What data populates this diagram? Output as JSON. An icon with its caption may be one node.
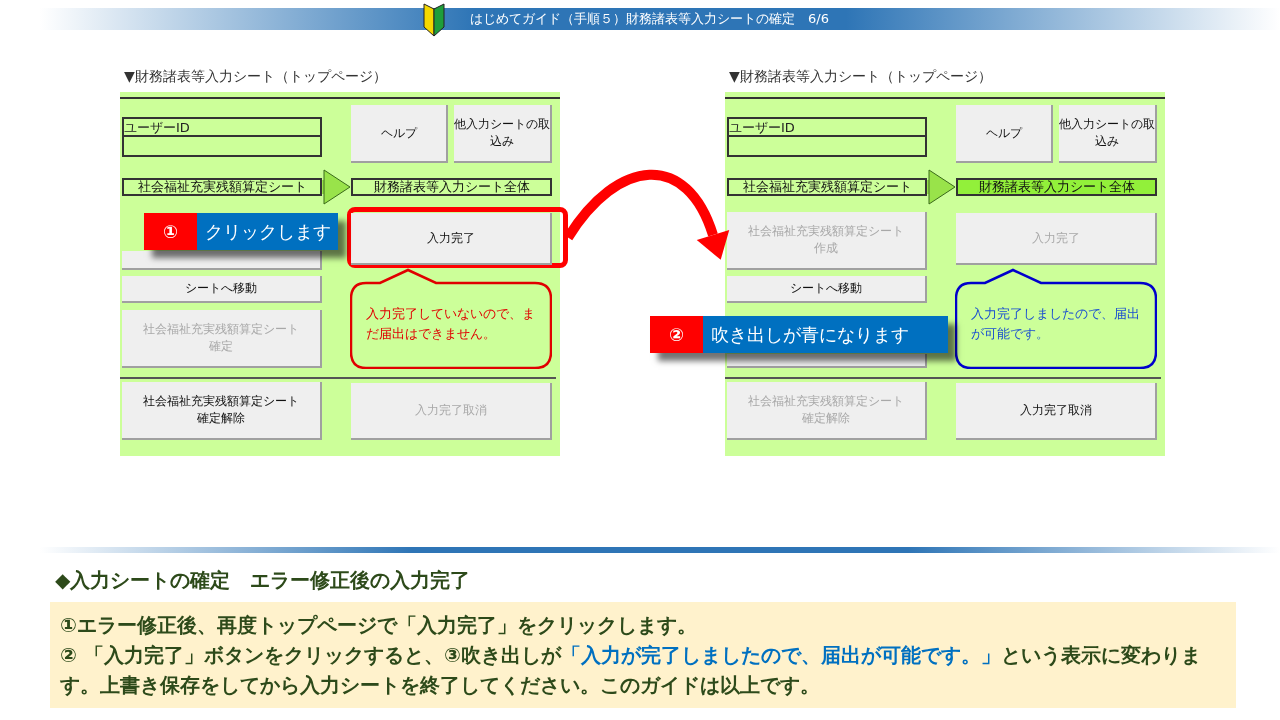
{
  "diagram": {
    "title": "はじめてガイド（手順５）財務諸表等入力シートの確定　6/6",
    "nodes": [
      {
        "text": [
          "▼財務諸表等入力シート（トップページ）"
        ]
      },
      {
        "text": [
          "ユーザーID"
        ],
        "in": 0
      },
      {
        "text": [
          "ヘルプ"
        ],
        "in": 0
      },
      {
        "text": [
          "他入力シートの取込み"
        ],
        "in": 0
      },
      {
        "text": [
          "社会福祉充実残額算定シート"
        ],
        "in": 0
      },
      {
        "text": [
          "財務諸表等入力シート全体"
        ],
        "in": 0
      },
      {
        "text": [],
        "shape": "box",
        "in": 0
      },
      {
        "text": [
          "入力完了"
        ],
        "in": 8
      },
      {
        "text": [],
        "shape": "box",
        "in": 0
      },
      {
        "text": [
          "シートへ移動"
        ],
        "in": 0
      },
      {
        "text": [
          "社会福祉充実残額算定シート確定"
        ],
        "in": 0
      },
      {
        "text": [
          "入力完了していないので、まだ届出はできません。"
        ],
        "in": 0
      },
      {
        "text": [
          "社会福祉充実残額算定シート確定解除"
        ],
        "in": 0
      },
      {
        "text": [
          "入力完了取消"
        ],
        "in": 0
      },
      {
        "text": [
          "①",
          "クリックします"
        ],
        "in": 0
      },
      {
        "text": [
          "▼財務諸表等入力シート（トップページ）"
        ]
      },
      {
        "text": [
          "ユーザーID"
        ],
        "in": 15
      },
      {
        "text": [
          "ヘルプ"
        ],
        "in": 15
      },
      {
        "text": [
          "他入力シートの取込み"
        ],
        "in": 15
      },
      {
        "text": [
          "社会福祉充実残額算定シート"
        ],
        "in": 15
      },
      {
        "text": [
          "財務諸表等入力シート全体"
        ],
        "in": 15
      },
      {
        "text": [
          "社会福祉充実残額算定シート作成"
        ],
        "in": 15
      },
      {
        "text": [
          "入力完了"
        ],
        "in": 15
      },
      {
        "text": [
          "シートへ移動"
        ],
        "in": 15
      },
      {
        "text": [],
        "shape": "box",
        "in": 15
      },
      {
        "text": [
          "入力完了しましたので、届出が可能です。"
        ],
        "in": 15
      },
      {
        "text": [
          "社会福祉充実残額算定シート確定解除"
        ],
        "in": 15
      },
      {
        "text": [
          "入力完了取消"
        ],
        "in": 15
      },
      {
        "text": [
          "②",
          "吹き出しが青になります"
        ]
      }
    ],
    "edges": [
      {
        "from": 4,
        "to": 5,
        "arrow": "to",
        "color": "#99e34a"
      },
      {
        "from": 19,
        "to": 20,
        "arrow": "to",
        "color": "#99e34a"
      },
      {
        "from": 8,
        "to": 21,
        "arrow": "to",
        "color": "#ff0000"
      }
    ],
    "labels": [
      "◆入力シートの確定　エラー修正後の入力完了",
      "①エラー修正後、再度トップページで「入力完了」をクリックします。",
      "② 「入力完了」ボタンをクリックすると、③吹き出しが",
      "「入力が完了しましたので、届出が可能です。」",
      "という表示に変わります。上書き保存をしてから入力シートを終了してください。このガイドは以上です。"
    ]
  }
}
